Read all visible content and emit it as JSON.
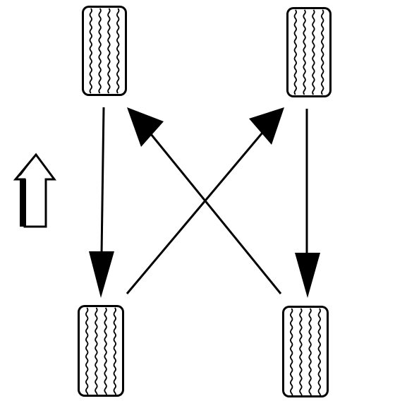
{
  "diagram": {
    "type": "tire-rotation",
    "pattern": "rearward-cross",
    "front_direction": "up",
    "colors": {
      "ink": "#000000",
      "paper": "#ffffff"
    },
    "tires": [
      {
        "id": "front-left",
        "position": "front-left"
      },
      {
        "id": "front-right",
        "position": "front-right"
      },
      {
        "id": "rear-left",
        "position": "rear-left"
      },
      {
        "id": "rear-right",
        "position": "rear-right"
      }
    ],
    "moves": [
      {
        "from": "front-left",
        "to": "rear-left",
        "style": "straight"
      },
      {
        "from": "front-right",
        "to": "rear-right",
        "style": "straight"
      },
      {
        "from": "rear-left",
        "to": "front-right",
        "style": "cross"
      },
      {
        "from": "rear-right",
        "to": "front-left",
        "style": "cross"
      }
    ]
  }
}
